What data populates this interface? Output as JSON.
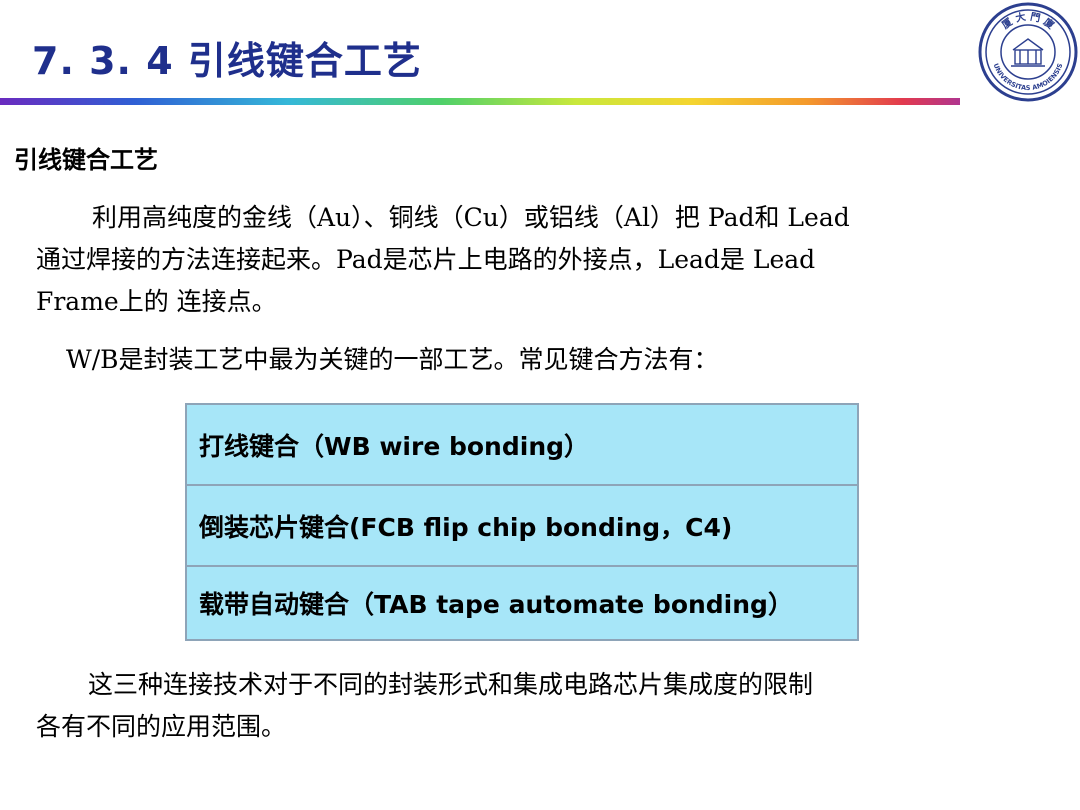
{
  "slide": {
    "title": "7. 3. 4  引线键合工艺",
    "logo": {
      "name": "university-seal",
      "text_top": "厦 大 門 廈",
      "text_bottom": "UNIVERSITAS AMOIENSIS",
      "colors": {
        "ring": "#2c3f8f",
        "fill": "#ffffff"
      }
    },
    "accent_colors": {
      "title": "#1f2f8c",
      "box_fill": "#a7e6f8",
      "box_border": "#8ea4b8"
    },
    "subheading": "引线键合工艺",
    "paragraph1": {
      "line1": "利用高纯度的金线（Au）、铜线（Cu）或铝线（Al）把 Pad和 Lead",
      "line2": "通过焊接的方法连接起来。Pad是芯片上电路的外接点，Lead是 Lead",
      "line3": "Frame上的 连接点。"
    },
    "paragraph2": "W/B是封装工艺中最为关键的一部工艺。常见键合方法有：",
    "methods": [
      "打线键合（WB wire bonding）",
      "倒装芯片键合(FCB flip chip bonding，C4)",
      "载带自动键合（TAB tape automate bonding）"
    ],
    "paragraph3": {
      "line1": "这三种连接技术对于不同的封装形式和集成电路芯片集成度的限制",
      "line2": "各有不同的应用范围。"
    }
  }
}
